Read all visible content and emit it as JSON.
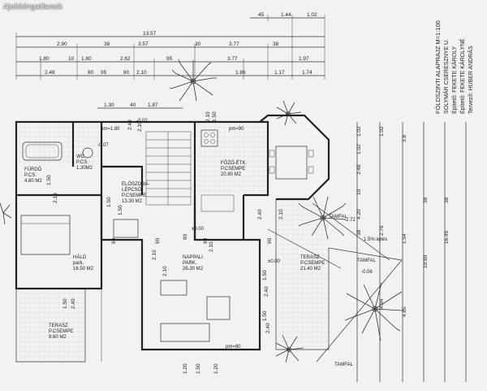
{
  "watermark": "Ajobbingatlanok",
  "title_block": {
    "line1": "FÖLDSZINTI ALAPRAJZ M=1:100",
    "line2": "SOLYMÁR CSERESZNYE U.",
    "line3": "Építető: FEKETE KÁROLY",
    "line4": "Építető: FEKETE KÁROLYNÉ",
    "line5": "Tervező: HUBER ANDRÁS"
  },
  "rooms": {
    "furdo": {
      "name": "FÜRDŐ",
      "floor": "P.CS.",
      "area": "4.80 M2"
    },
    "wc": {
      "name": "WC",
      "floor": "P.CS.",
      "area": "1.30M2"
    },
    "eloszoba": {
      "name": "ELŐSZOBA-",
      "name2": "LÉPCSŐ",
      "floor": "P.CSEMPE",
      "area": "13.30 M2"
    },
    "fozo": {
      "name": "FŐZŐ-ÉTK.",
      "floor": "P.CSEMPE",
      "area": "20.80 M2"
    },
    "halo": {
      "name": "HÁLÓ",
      "floor": "park.",
      "area": "16.50 M2"
    },
    "nappali": {
      "name": "NAPPALI",
      "floor": "PARK.",
      "area": "26.30 M2"
    },
    "terasz_east": {
      "name": "TERASZ",
      "floor": "P.CSEMPE",
      "area": "21.40 M2"
    },
    "terasz_south": {
      "name": "TERASZ",
      "floor": "P.CSEMPE",
      "area": "9.60 M2"
    }
  },
  "annotations": {
    "tamfal1": "TAMFAL",
    "tamfal2": "TAMFAL",
    "tamfal3": "TAMFAL",
    "lejtes": "1.5% lejtés",
    "pm90_a": "pm=90",
    "pm90_b": "pm=90",
    "pm180": "pm=1.80",
    "lvl_002": "-0.02",
    "lvl_000": "±0.00",
    "lvl_000b": "±0.00",
    "lvl_272": "-2.72",
    "lvl_006": "-0.06",
    "lvl_007": "-0.07"
  },
  "dims_top": {
    "r0": [
      "45",
      "1.44",
      "1.02"
    ],
    "r1": "13.57",
    "r2": [
      "2.90",
      "38",
      "3.57",
      "30",
      "3.77",
      "38"
    ],
    "r3": [
      "1.80",
      "10",
      "1.80",
      "2.62",
      "95",
      "3.77",
      "1.97"
    ],
    "r4": [
      "2.48",
      "80",
      "95",
      "80",
      "2.10",
      "1.86",
      "1.17",
      "1.74"
    ],
    "r5": [
      "1.30",
      "40",
      "1.87"
    ]
  },
  "dims_inner": [
    "1.50",
    "2.10",
    "1.50",
    "1.50",
    "90",
    "2.10",
    "2.10",
    "90",
    "90",
    "2.10",
    "2.40",
    "90",
    "2.10",
    "1.50",
    "2.40",
    "1.50",
    "2.40",
    "1.50",
    "2.40",
    "1.20",
    "1.50",
    "1.20",
    "2.10",
    "1.50",
    "2.40",
    "2.10",
    "90"
  ],
  "dims_right": {
    "a": [
      "1.02",
      "1.02",
      "3.48",
      "10",
      "4.20",
      "38"
    ],
    "b": [
      "1.02",
      "3.8",
      "1.54",
      "38",
      "4.85",
      "4.94",
      "10.90",
      "16.45",
      "38",
      "2.76"
    ]
  }
}
